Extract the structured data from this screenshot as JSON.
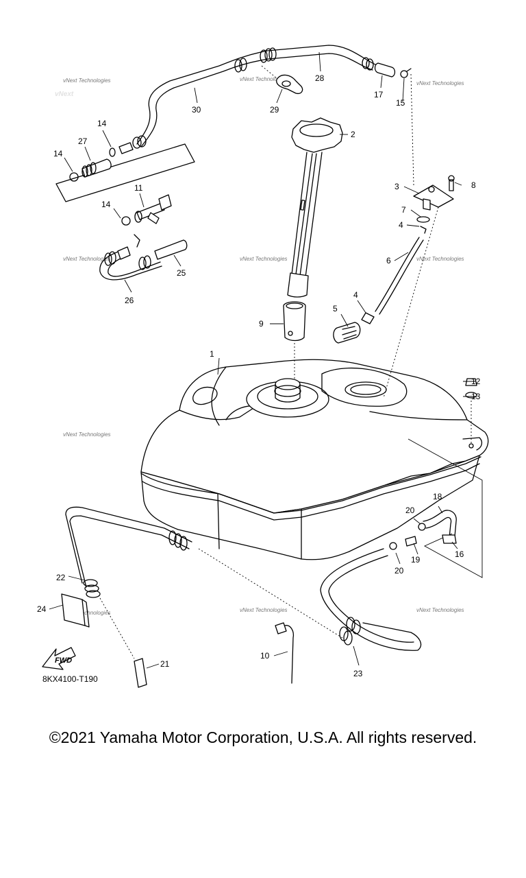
{
  "diagram": {
    "code": "8KX4100-T190",
    "fwd_label": "FWD",
    "watermark": "vNext Technologies",
    "callouts": {
      "c1": "1",
      "c2": "2",
      "c3": "3",
      "c4a": "4",
      "c4b": "4",
      "c5": "5",
      "c6": "6",
      "c7": "7",
      "c8": "8",
      "c9": "9",
      "c10": "10",
      "c11": "11",
      "c12": "12",
      "c13": "13",
      "c14a": "14",
      "c14b": "14",
      "c14c": "14",
      "c15": "15",
      "c16": "16",
      "c17": "17",
      "c18": "18",
      "c19": "19",
      "c20a": "20",
      "c20b": "20",
      "c21": "21",
      "c22": "22",
      "c23": "23",
      "c24": "24",
      "c25": "25",
      "c26": "26",
      "c27": "27",
      "c28": "28",
      "c29": "29",
      "c30": "30"
    }
  },
  "footer": {
    "copyright": "©2021 Yamaha Motor Corporation, U.S.A. All rights reserved."
  }
}
